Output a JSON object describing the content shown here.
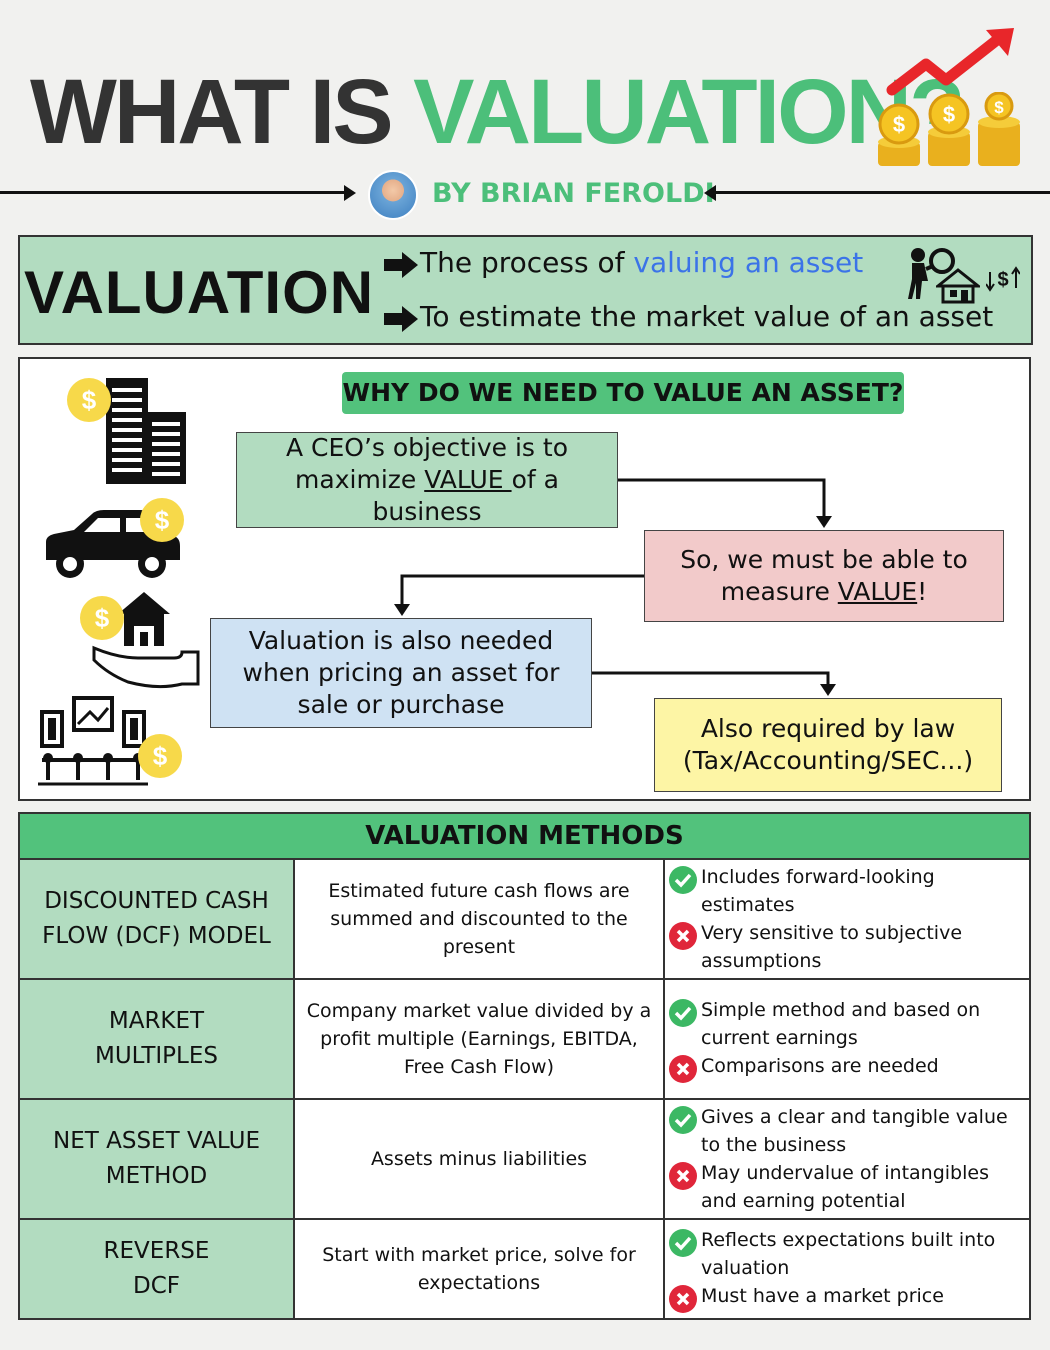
{
  "header": {
    "title_part1": "WHAT IS ",
    "title_part2": "VALUATION?",
    "byline": "BY BRIAN FEROLDI"
  },
  "definition": {
    "term": "VALUATION",
    "line1_prefix": "The process of ",
    "line1_highlight": "valuing an asset",
    "line2": "To estimate the market value of an asset"
  },
  "why": {
    "heading": "WHY DO WE NEED TO VALUE AN ASSET?",
    "box1": {
      "pre": "A CEO’s objective is to maximize ",
      "u": "VALUE ",
      "post": "of a business"
    },
    "box2": {
      "pre": "So, we must be able to measure ",
      "u": "VALUE",
      "post": "!"
    },
    "box3": "Valuation is also needed when pricing an asset for sale or purchase",
    "box4": "Also required by law (Tax/Accounting/SEC...)"
  },
  "methods": {
    "heading": "VALUATION METHODS",
    "rows": [
      {
        "name": "DISCOUNTED CASH FLOW (DCF) MODEL",
        "description": "Estimated future cash flows are summed and discounted to the present",
        "pro": "Includes forward-looking estimates",
        "con": "Very sensitive to subjective assumptions"
      },
      {
        "name": "MARKET MULTIPLES",
        "description": "Company market value divided by a profit multiple (Earnings, EBITDA, Free Cash Flow)",
        "pro": "Simple method and based on current earnings",
        "con": "Comparisons are needed"
      },
      {
        "name": "NET ASSET VALUE METHOD",
        "description": "Assets minus liabilities",
        "pro": "Gives a clear and tangible value to the business",
        "con": "May undervalue of intangibles and earning potential"
      },
      {
        "name": "REVERSE DCF",
        "description": "Start with market price, solve for expectations",
        "pro": "Reflects expectations built into valuation",
        "con": "Must have a market price"
      }
    ]
  },
  "icons": {
    "header": [
      "rising-arrow-icon",
      "coin-stack-icon",
      "avatar"
    ],
    "definition": [
      "magnifier-person-icon",
      "house-icon",
      "dollar-exchange-icon"
    ],
    "assets": [
      "buildings-icon",
      "car-icon",
      "hand-house-icon",
      "art-gallery-icon",
      "dollar-coin-icon"
    ],
    "pros_cons": [
      "check-icon",
      "cross-icon"
    ]
  },
  "colors": {
    "accent_green": "#4cbf7a",
    "mint": "#b2dcc0",
    "pink": "#f2caca",
    "blue": "#cfe2f3",
    "yellow": "#fdf5a5",
    "link_blue": "#3b73e8",
    "pro": "#3cb864",
    "con": "#e0263a"
  }
}
